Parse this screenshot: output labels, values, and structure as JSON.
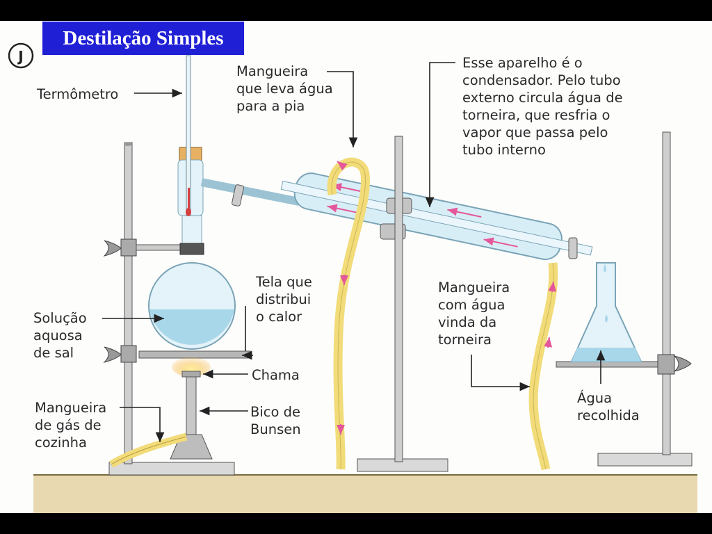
{
  "title": "Destilação Simples",
  "panel_letter": "J",
  "labels": {
    "termometro": "Termômetro",
    "mangueira_pia": [
      "Mangueira",
      "que leva água",
      "para a pia"
    ],
    "condensador": [
      "Esse aparelho é o",
      "condensador. Pelo tubo",
      "externo circula água de",
      "torneira, que resfria o",
      "vapor que passa pelo",
      "tubo interno"
    ],
    "tela": [
      "Tela que",
      "distribui",
      "o calor"
    ],
    "solucao": [
      "Solução",
      "aquosa",
      "de sal"
    ],
    "chama": "Chama",
    "bico": [
      "Bico de",
      "Bunsen"
    ],
    "mangueira_gas": [
      "Mangueira",
      "de gás de",
      "cozinha"
    ],
    "mangueira_torneira": [
      "Mangueira",
      "com água",
      "vinda da",
      "torneira"
    ],
    "agua": [
      "Água",
      "recolhida"
    ]
  },
  "colors": {
    "title_bg": "#1f1fd6",
    "hose": "#f2dc7a",
    "glass": "#d8eef6",
    "liquid": "#a9d7ea",
    "flame": "#f5a623",
    "water_flow_arrows": "#e4579a",
    "table": "#e8d9b0"
  }
}
